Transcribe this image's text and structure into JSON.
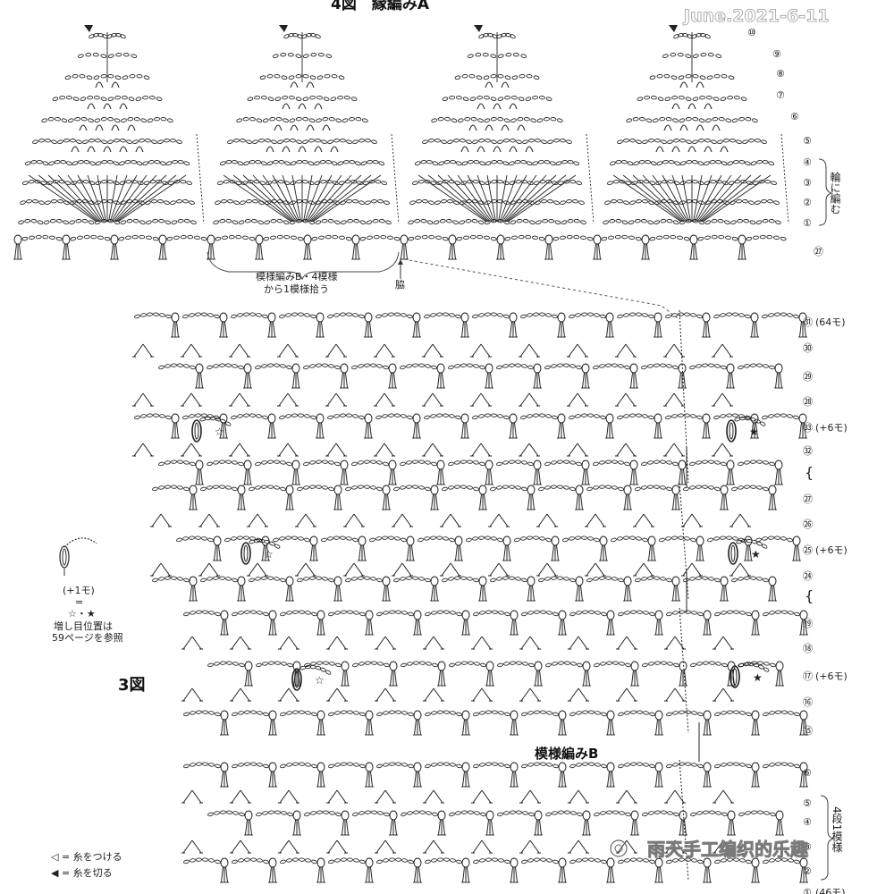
{
  "figure4": {
    "title": "4図　縁編みA",
    "rounds": [
      "⑩",
      "⑨",
      "⑧",
      "⑦",
      "⑥",
      "⑤",
      "④",
      "③",
      "②",
      "①",
      "㉗"
    ],
    "bracket_label": "輪に編む",
    "pickup_label_line1": "模様編みB・4模様",
    "pickup_label_line2": "から1模様拾う",
    "side_label": "脇"
  },
  "watermark_date": "June.2021-6-11",
  "figure3": {
    "title": "3図",
    "pattern_label": "模様編みB",
    "rows": [
      {
        "label": "㉛",
        "note": "(64モ)"
      },
      {
        "label": "㉚",
        "note": ""
      },
      {
        "label": "㉙",
        "note": ""
      },
      {
        "label": "㉘",
        "note": ""
      },
      {
        "label": "㉝",
        "note": "(+6モ)"
      },
      {
        "label": "㉜",
        "note": ""
      },
      {
        "label": "㉗",
        "note": ""
      },
      {
        "label": "㉖",
        "note": ""
      },
      {
        "label": "㉕",
        "note": "(+6モ)"
      },
      {
        "label": "㉔",
        "note": ""
      },
      {
        "label": "⑲",
        "note": ""
      },
      {
        "label": "⑱",
        "note": ""
      },
      {
        "label": "⑰",
        "note": "(+6モ)"
      },
      {
        "label": "⑯",
        "note": ""
      },
      {
        "label": "⑮",
        "note": ""
      },
      {
        "label": "⑥",
        "note": ""
      },
      {
        "label": "⑤",
        "note": ""
      },
      {
        "label": "④",
        "note": ""
      },
      {
        "label": "③",
        "note": ""
      },
      {
        "label": "②",
        "note": ""
      },
      {
        "label": "①",
        "note": "(46モ)"
      }
    ],
    "repeat_label": "4段1模様"
  },
  "legend": {
    "increase_line1": "(+1モ)",
    "increase_eq": "=",
    "increase_symbols": "☆・★",
    "increase_note_line1": "増し目位置は",
    "increase_note_line2": "59ページを参照",
    "attach_label": "◁ = 糸をつける",
    "cut_label": "◀ = 糸を切る"
  },
  "markers": {
    "white_star": "☆",
    "black_star": "★"
  },
  "watermark_brand": "雨天手工编织的乐趣",
  "colors": {
    "ink": "#222222",
    "gray": "#555555",
    "paper": "#ffffff"
  }
}
